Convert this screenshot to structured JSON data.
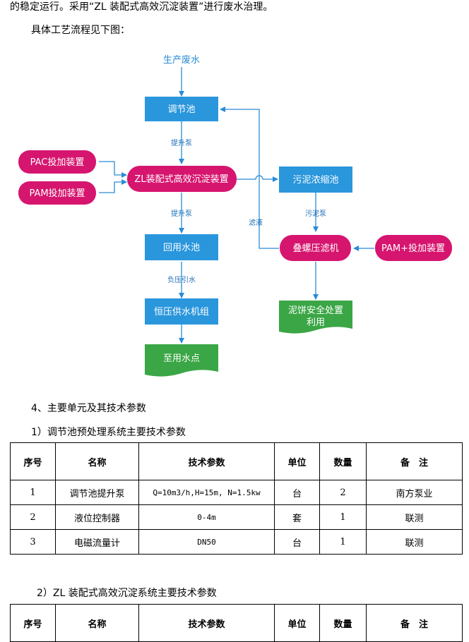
{
  "intro_line": "的稳定运行。采用“ZL 装配式高效沉淀装置”进行废水治理。",
  "flow_caption": "具体工艺流程见下图：",
  "flow": {
    "source": "生产废水",
    "tiaojiechi": "调节池",
    "pump1": "提升泵",
    "pac": "PAC投加装置",
    "pam": "PAM投加装置",
    "zl_device": "ZL装配式高效沉淀装置",
    "sludge_tank": "污泥浓缩池",
    "pump2": "提升泵",
    "filtrate": "滤液",
    "sludge_pump": "污泥泵",
    "return_tank": "回用水池",
    "press": "叠螺压滤机",
    "pam_plus": "PAM+投加装置",
    "suction": "负压引水",
    "supply": "恒压供水机组",
    "cake_line1": "泥饼安全处置",
    "cake_line2": "利用",
    "endpoint": "至用水点",
    "colors": {
      "blue": "#2a96dc",
      "pink": "#d6156f",
      "green": "#3aa645",
      "line": "#2a8bd6"
    }
  },
  "section4": "4、主要单元及其技术参数",
  "table1_title": "1）调节池预处理系统主要技术参数",
  "table2_title": "2）ZL 装配式高效沉淀系统主要技术参数",
  "table_headers": [
    "序号",
    "名称",
    "技术参数",
    "单位",
    "数量",
    "备　注"
  ],
  "table1_rows": [
    [
      "1",
      "调节池提升泵",
      "Q=10m3/h,H=15m, N=1.5kw",
      "台",
      "2",
      "南方泵业"
    ],
    [
      "2",
      "液位控制器",
      "0-4m",
      "套",
      "1",
      "联测"
    ],
    [
      "3",
      "电磁流量计",
      "DN50",
      "台",
      "1",
      "联测"
    ]
  ]
}
